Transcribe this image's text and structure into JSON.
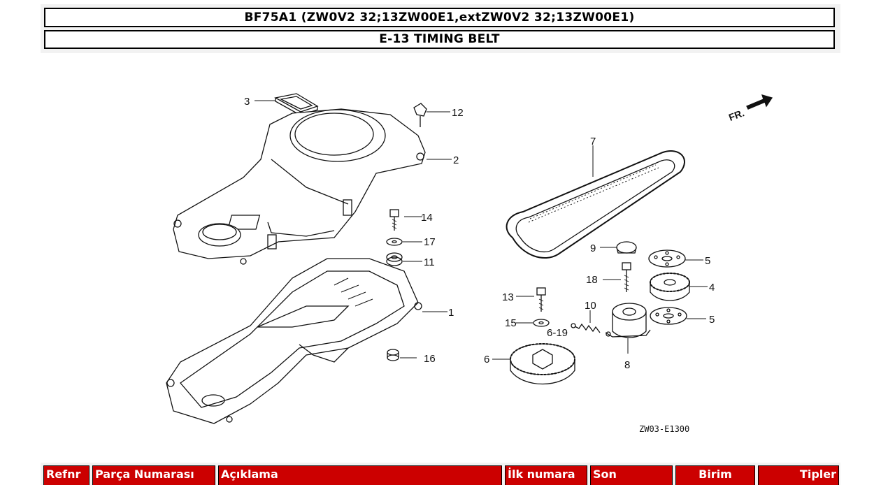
{
  "header": {
    "model": "BF75A1 (ZW0V2 32;13ZW00E1,extZW0V2 32;13ZW00E1)",
    "section": "E-13 TIMING BELT"
  },
  "diagram": {
    "orientation_label": "FR.",
    "code": "ZW03-E1300",
    "callouts": [
      "1",
      "2",
      "3",
      "4",
      "5",
      "5",
      "6",
      "6-19",
      "7",
      "8",
      "9",
      "10",
      "11",
      "12",
      "13",
      "14",
      "15",
      "16",
      "17",
      "18"
    ]
  },
  "parts_table": {
    "columns": [
      "Refnr",
      "Parça Numarası",
      "Açıklama",
      "İlk numara",
      "Son",
      "Birim",
      "Tipler"
    ]
  }
}
